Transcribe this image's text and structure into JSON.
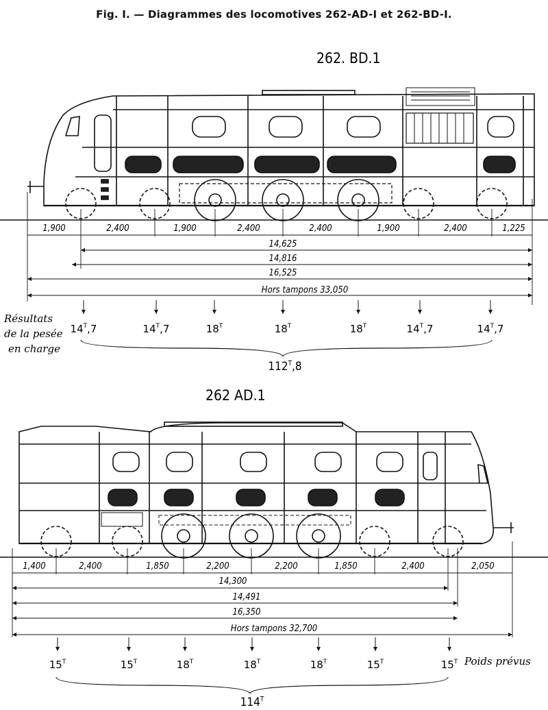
{
  "figure": {
    "title": "Fig. I. — Diagrammes des locomotives 262-AD-I et 262-BD-I."
  },
  "bd1": {
    "label": "262. BD.1",
    "spacings": [
      "1,900",
      "2,400",
      "1,900",
      "2,400",
      "2,400",
      "1,900",
      "2,400",
      "1,225"
    ],
    "total_dims": [
      "14,625",
      "14,816",
      "16,525",
      "Hors tampons 33,050"
    ],
    "side_caption": [
      "Résultats",
      "de la pesée",
      "en charge"
    ],
    "axle_loads": [
      "14,7",
      "14,7",
      "18",
      "18",
      "18",
      "14,7",
      "14,7"
    ],
    "load_unit": "T",
    "total_load": "112,8"
  },
  "ad1": {
    "label": "262 AD.1",
    "spacings": [
      "1,400",
      "2,400",
      "1,850",
      "2,200",
      "2,200",
      "1,850",
      "2,400",
      "2,050"
    ],
    "total_dims": [
      "14,300",
      "14,491",
      "16,350",
      "Hors tampons 32,700"
    ],
    "side_caption": [
      "Poids prévus"
    ],
    "axle_loads": [
      "15",
      "15",
      "18",
      "18",
      "18",
      "15",
      "15"
    ],
    "load_unit": "T",
    "total_load": "114"
  }
}
